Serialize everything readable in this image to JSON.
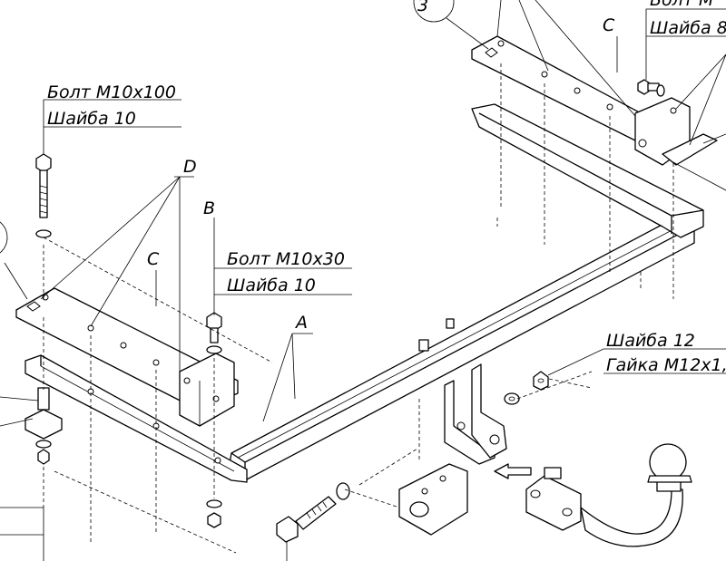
{
  "callouts": {
    "bolt_m10x100": "Болт М10х100",
    "washer_10_a": "Шайба 10",
    "bolt_m10x30": "Болт М10х30",
    "washer_10_b": "Шайба 10",
    "washer_12": "Шайба 12",
    "nut_m12": "Гайка М12х1,",
    "bolt_top_right": "Болт М",
    "washer_top_right": "Шайба 8"
  },
  "letters": {
    "a": "A",
    "b": "B",
    "c_left": "C",
    "c_right": "C",
    "d": "D",
    "three": "3"
  }
}
